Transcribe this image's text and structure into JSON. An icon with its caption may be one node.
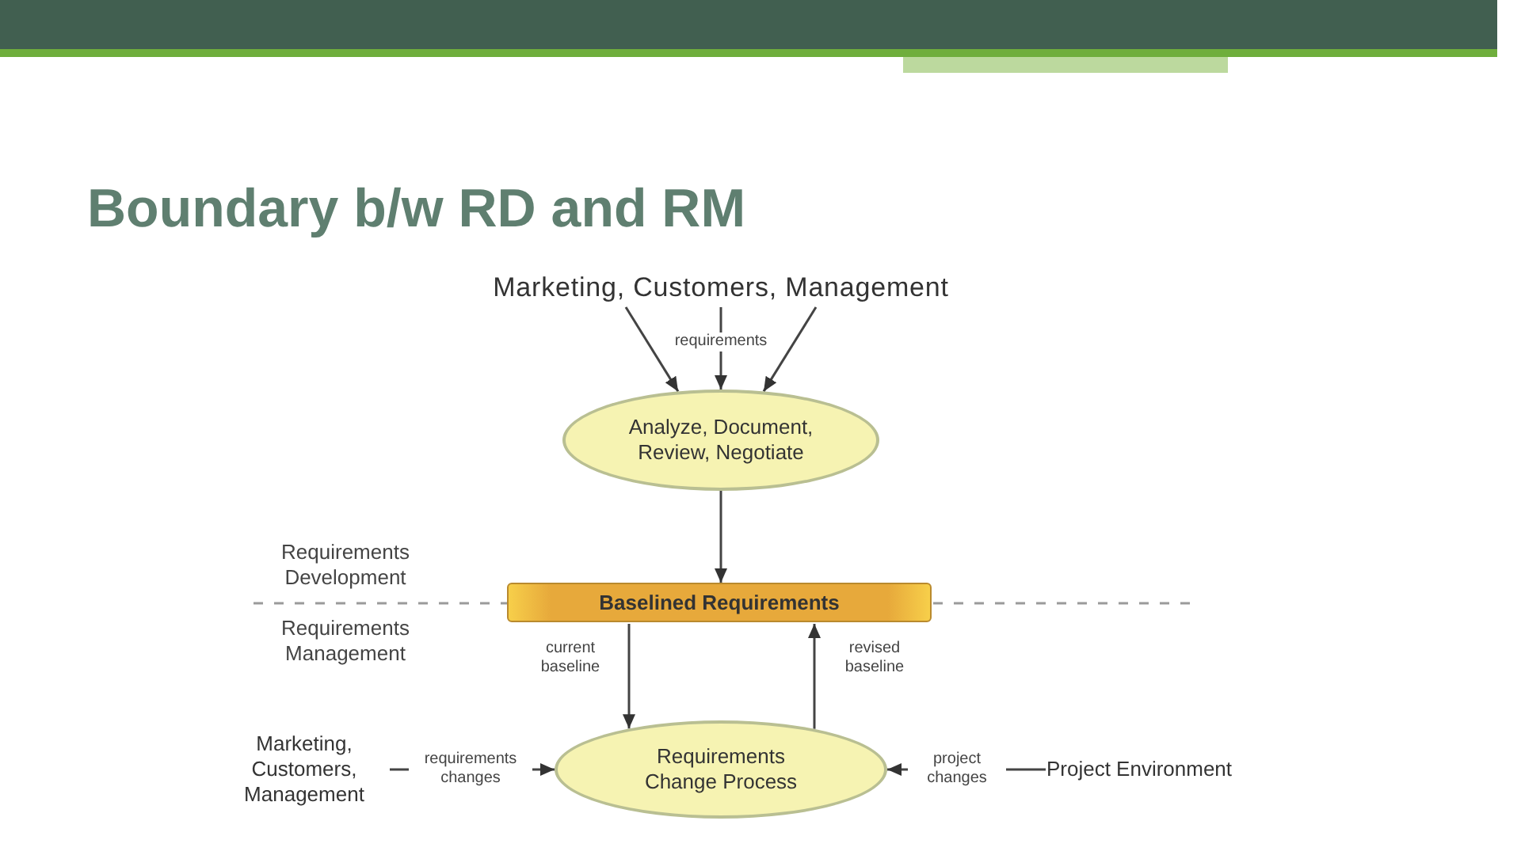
{
  "diagram": {
    "title": "Boundary b/w RD and RM",
    "nodes": [
      {
        "text": [
          "Marketing, Customers, Management"
        ]
      },
      {
        "text": [
          "Analyze, Document, Review, Negotiate"
        ]
      },
      {
        "text": [
          "Baselined Requirements"
        ]
      },
      {
        "text": [
          "Requirements Change Process"
        ]
      },
      {
        "text": [
          "Marketing, Customers, Management"
        ]
      },
      {
        "text": [
          "Project Environment"
        ]
      }
    ],
    "edges": [
      {
        "from": 0,
        "to": 1,
        "arrow": "to"
      },
      {
        "from": 0,
        "to": 1,
        "arrow": "to",
        "label": "requirements"
      },
      {
        "from": 0,
        "to": 1,
        "arrow": "to"
      },
      {
        "from": 1,
        "to": 2,
        "arrow": "to"
      },
      {
        "from": 2,
        "to": 3,
        "arrow": "to",
        "label": "current baseline"
      },
      {
        "from": 3,
        "to": 2,
        "arrow": "to",
        "label": "revised baseline"
      },
      {
        "from": 4,
        "to": 3,
        "arrow": "to",
        "label": "requirements changes"
      },
      {
        "from": 5,
        "to": 3,
        "arrow": "to",
        "label": "project changes"
      }
    ],
    "labels": [
      "Requirements Development",
      "Requirements Management"
    ]
  }
}
